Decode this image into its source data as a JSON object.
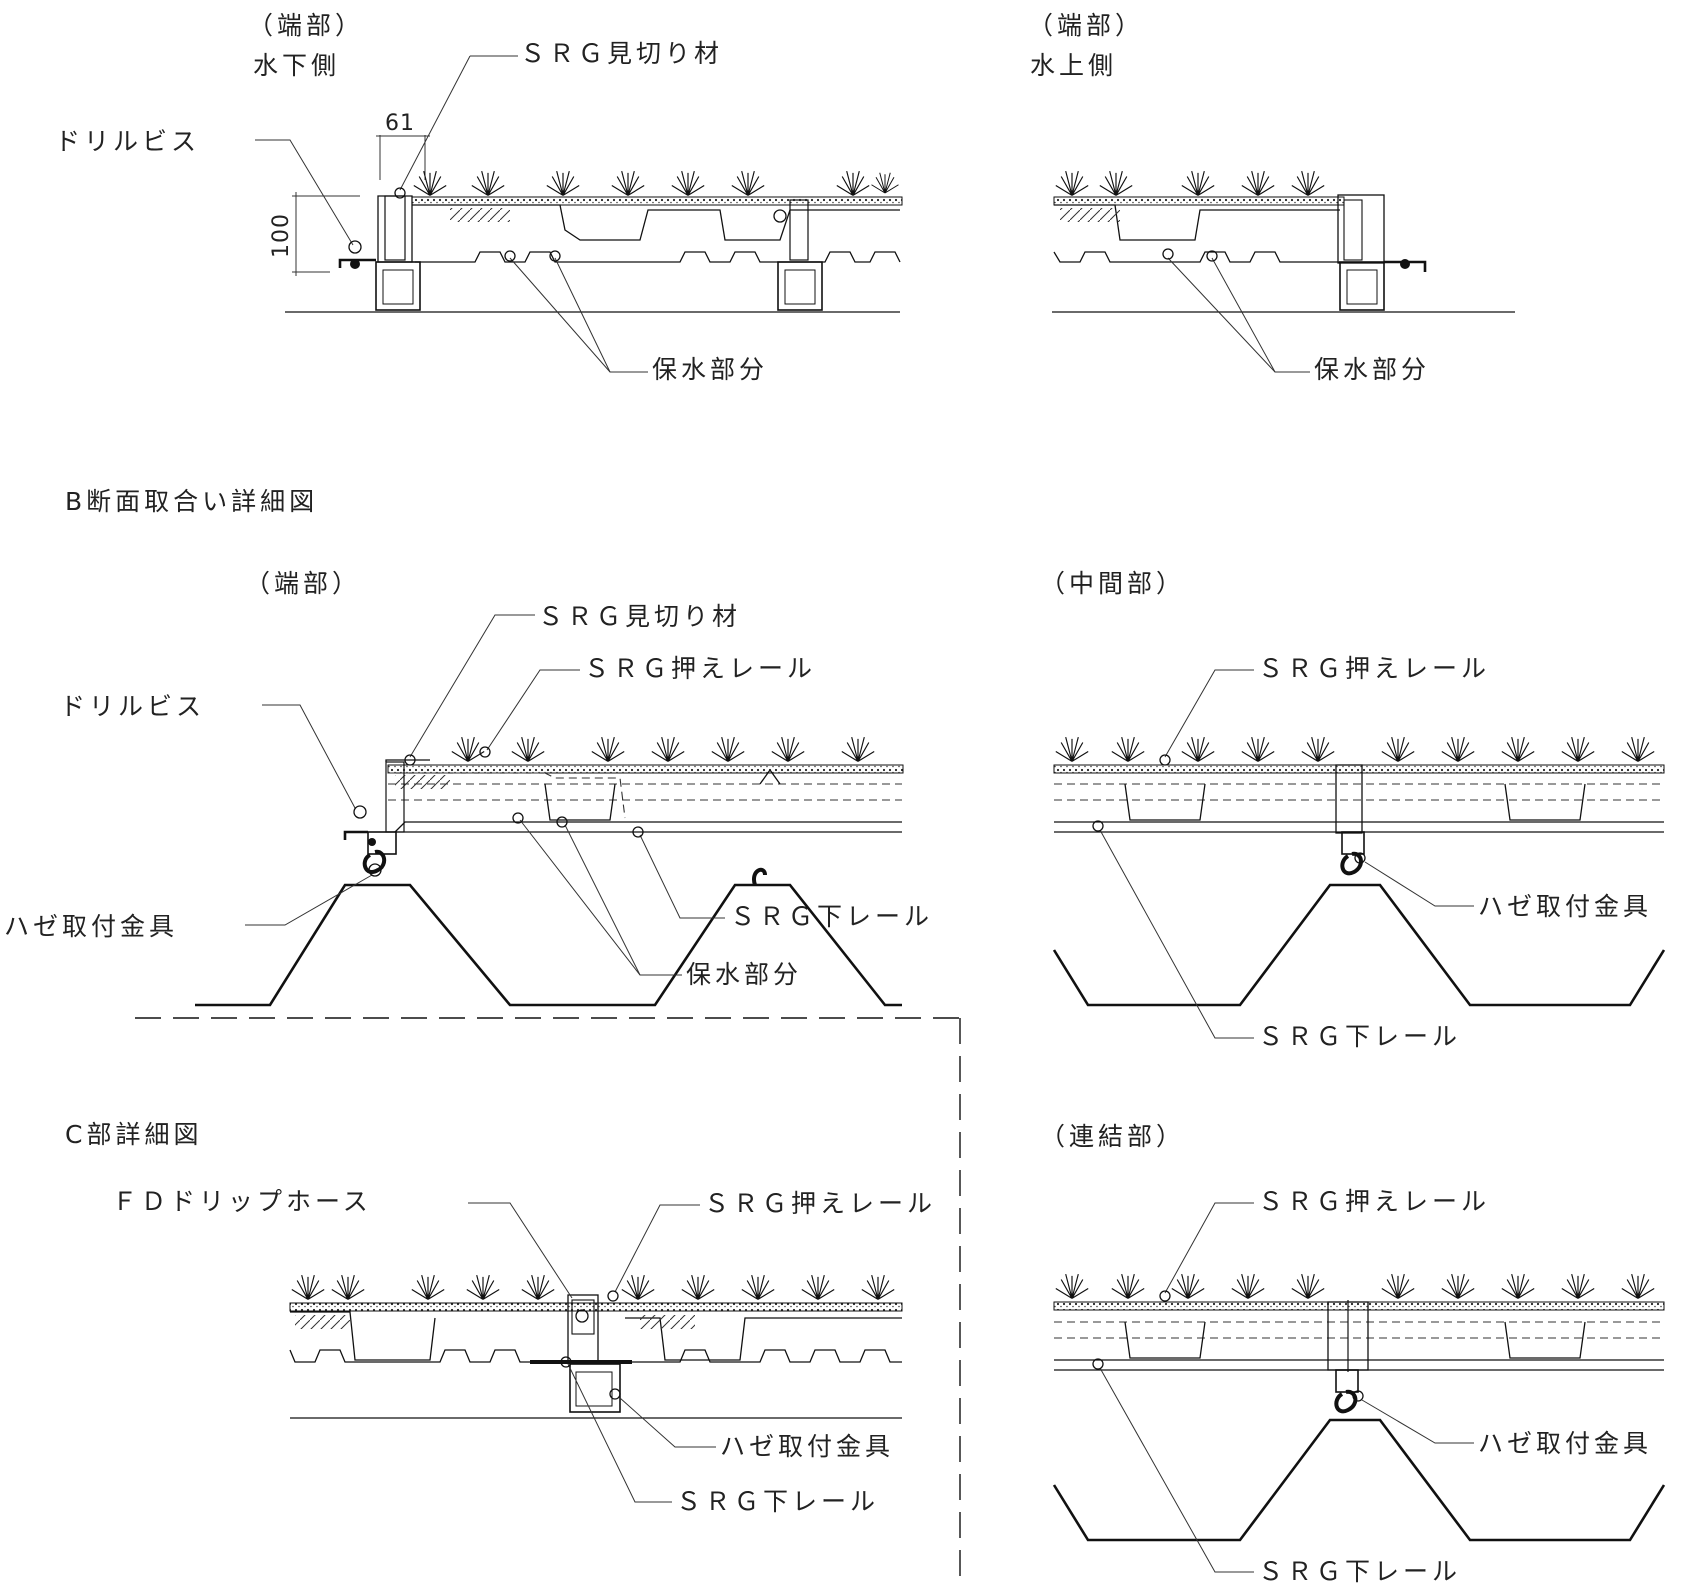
{
  "labels": {
    "top_left_end": "（端部）",
    "top_left_side": "水下側",
    "top_right_end": "（端部）",
    "top_right_side": "水上側",
    "srg_mikiri_1": "ＳＲＧ見切り材",
    "drill_1": "ドリルビス",
    "dim_61": "61",
    "dim_100": "100",
    "hosui_1": "保水部分",
    "hosui_2": "保水部分",
    "section_b": "B断面取合い詳細図",
    "b_end": "（端部）",
    "b_mid": "（中間部）",
    "srg_mikiri_2": "ＳＲＧ見切り材",
    "srg_osae_1": "ＳＲＧ押えレール",
    "srg_osae_2": "ＳＲＧ押えレール",
    "drill_2": "ドリルビス",
    "haze_1": "ハゼ取付金具",
    "haze_2": "ハゼ取付金具",
    "srg_shita_1": "ＳＲＧ下レール",
    "srg_shita_2": "ＳＲＧ下レール",
    "hosui_3": "保水部分",
    "section_c": "C部詳細図",
    "c_link": "（連結部）",
    "fd_hose": "ＦＤドリップホース",
    "srg_osae_3": "ＳＲＧ押えレール",
    "srg_osae_4": "ＳＲＧ押えレール",
    "haze_3": "ハゼ取付金具",
    "haze_4": "ハゼ取付金具",
    "srg_shita_3": "ＳＲＧ下レール",
    "srg_shita_4": "ＳＲＧ下レール"
  }
}
